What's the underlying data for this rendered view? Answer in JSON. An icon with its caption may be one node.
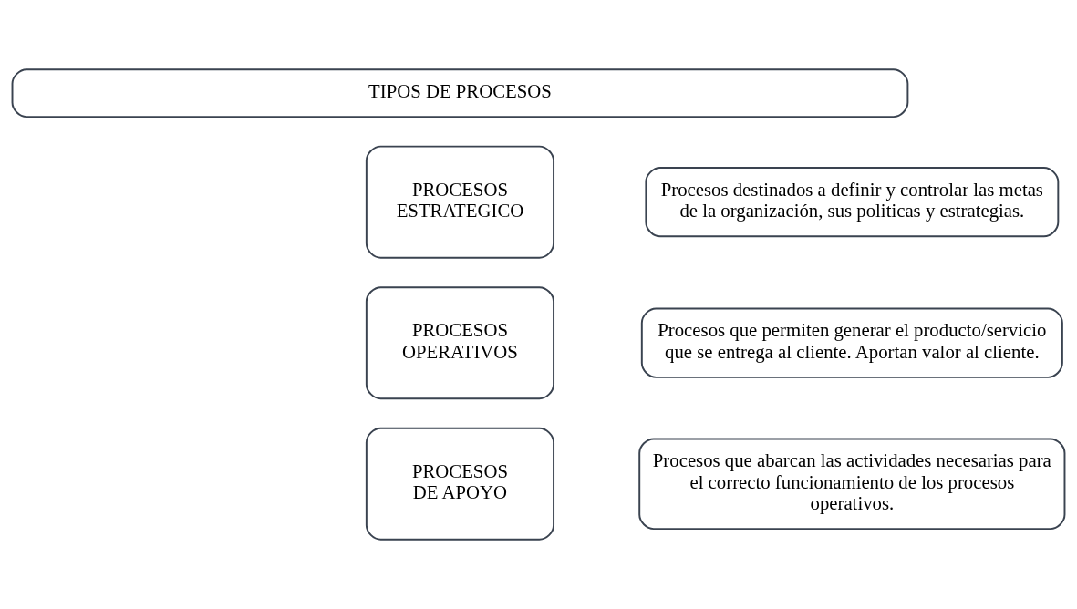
{
  "diagram": {
    "nodes": [
      {
        "text": [
          "TIPOS DE PROCESOS"
        ]
      },
      {
        "text": [
          "PROCESOS ESTRATEGICO"
        ]
      },
      {
        "text": [
          "Procesos destinados a definir y controlar las metas de la organización, sus politicas y estrategias."
        ]
      },
      {
        "text": [
          "PROCESOS OPERATIVOS"
        ]
      },
      {
        "text": [
          "Procesos que permiten generar el producto/servicio que se entrega al cliente. Aportan valor al cliente."
        ]
      },
      {
        "text": [
          "PROCESOS DE APOYO"
        ]
      },
      {
        "text": [
          "Procesos que abarcan las actividades necesarias para el correcto funcionamiento de los procesos operativos."
        ]
      }
    ],
    "edges": []
  }
}
